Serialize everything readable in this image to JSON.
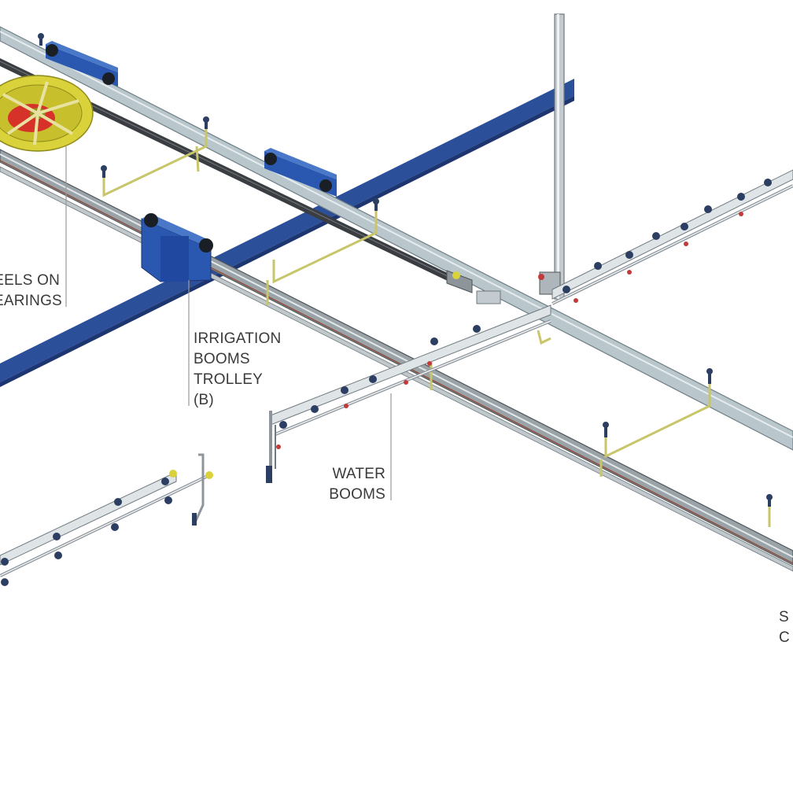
{
  "labels": {
    "wheels": [
      "EELS ON",
      "EARINGS"
    ],
    "trolley": [
      "IRRIGATION",
      "BOOMS",
      "TROLLEY",
      "(B)"
    ],
    "water": [
      "WATER",
      "BOOMS"
    ],
    "edge": [
      "S",
      "C"
    ]
  },
  "colors": {
    "rail": "#b9c6cb",
    "rail_edge": "#6f7f86",
    "beam": "#2c4f99",
    "beam_dark": "#1d3570",
    "trolley": "#2a58b0",
    "pipe": "#8d949a",
    "pipe_light": "#dfe4e7",
    "hanger": "#c9c56a",
    "wheel": "#d9d23a",
    "wheel_center": "#d7322a",
    "leader": "#9a9a9a",
    "nozzle": "#2c3f63",
    "nozzle_tip": "#c23a3a"
  },
  "icons": [
    "wheel-icon",
    "nozzle-icon"
  ]
}
